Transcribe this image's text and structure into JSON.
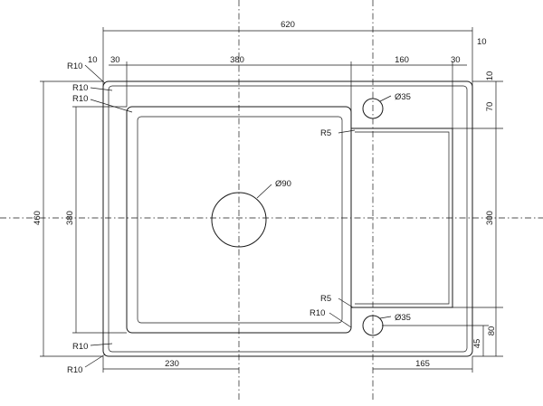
{
  "dimensions": {
    "overall_width": "620",
    "top_offset": "10",
    "left_offset": "10",
    "left_flange": "30",
    "bowl_width": "380",
    "drainer_width": "160",
    "right_flange": "30",
    "top_margin": "10",
    "overall_height": "460",
    "bowl_height": "380",
    "upper_hole_offset": "70",
    "drainer_height": "300",
    "lower_margin": "80",
    "lower_hole_offset": "45",
    "drain_offset": "230",
    "lower_hole_x": "165"
  },
  "radii": {
    "outer_top_left": "R10",
    "flange_top_left_a": "R10",
    "flange_top_left_b": "R10",
    "drainer_inner_top": "R5",
    "drainer_inner_bottom": "R5",
    "drainer_corner": "R10",
    "bottom_left_inner": "R10",
    "bottom_left_outer": "R10"
  },
  "holes": {
    "drain": "Ø90",
    "tap_hole_upper": "Ø35",
    "tap_hole_lower": "Ø35"
  }
}
